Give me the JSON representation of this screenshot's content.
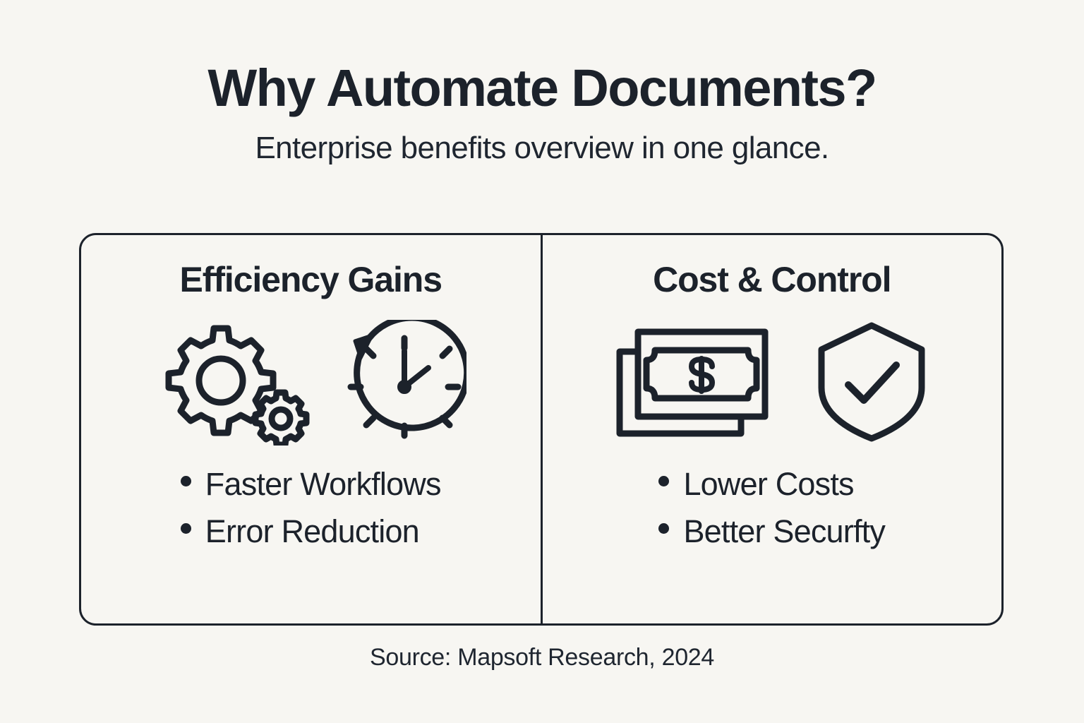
{
  "header": {
    "title": "Why Automate Documents?",
    "subtitle": "Enterprise benefits overview in one glance."
  },
  "card": {
    "panels": [
      {
        "id": "efficiency",
        "title": "Efficiency Gains",
        "icons": [
          "gears-icon",
          "clock-icon"
        ],
        "bullets": [
          "Faster Workflows",
          "Error Reduction"
        ]
      },
      {
        "id": "cost-control",
        "title": "Cost & Control",
        "icons": [
          "money-icon",
          "shield-check-icon"
        ],
        "bullets": [
          "Lower Costs",
          "Better Securfty"
        ]
      }
    ]
  },
  "footer": {
    "source": "Source: Mapsoft Research, 2024"
  },
  "colors": {
    "background": "#f7f6f2",
    "ink": "#1c222b",
    "card_border": "#1c222b"
  }
}
